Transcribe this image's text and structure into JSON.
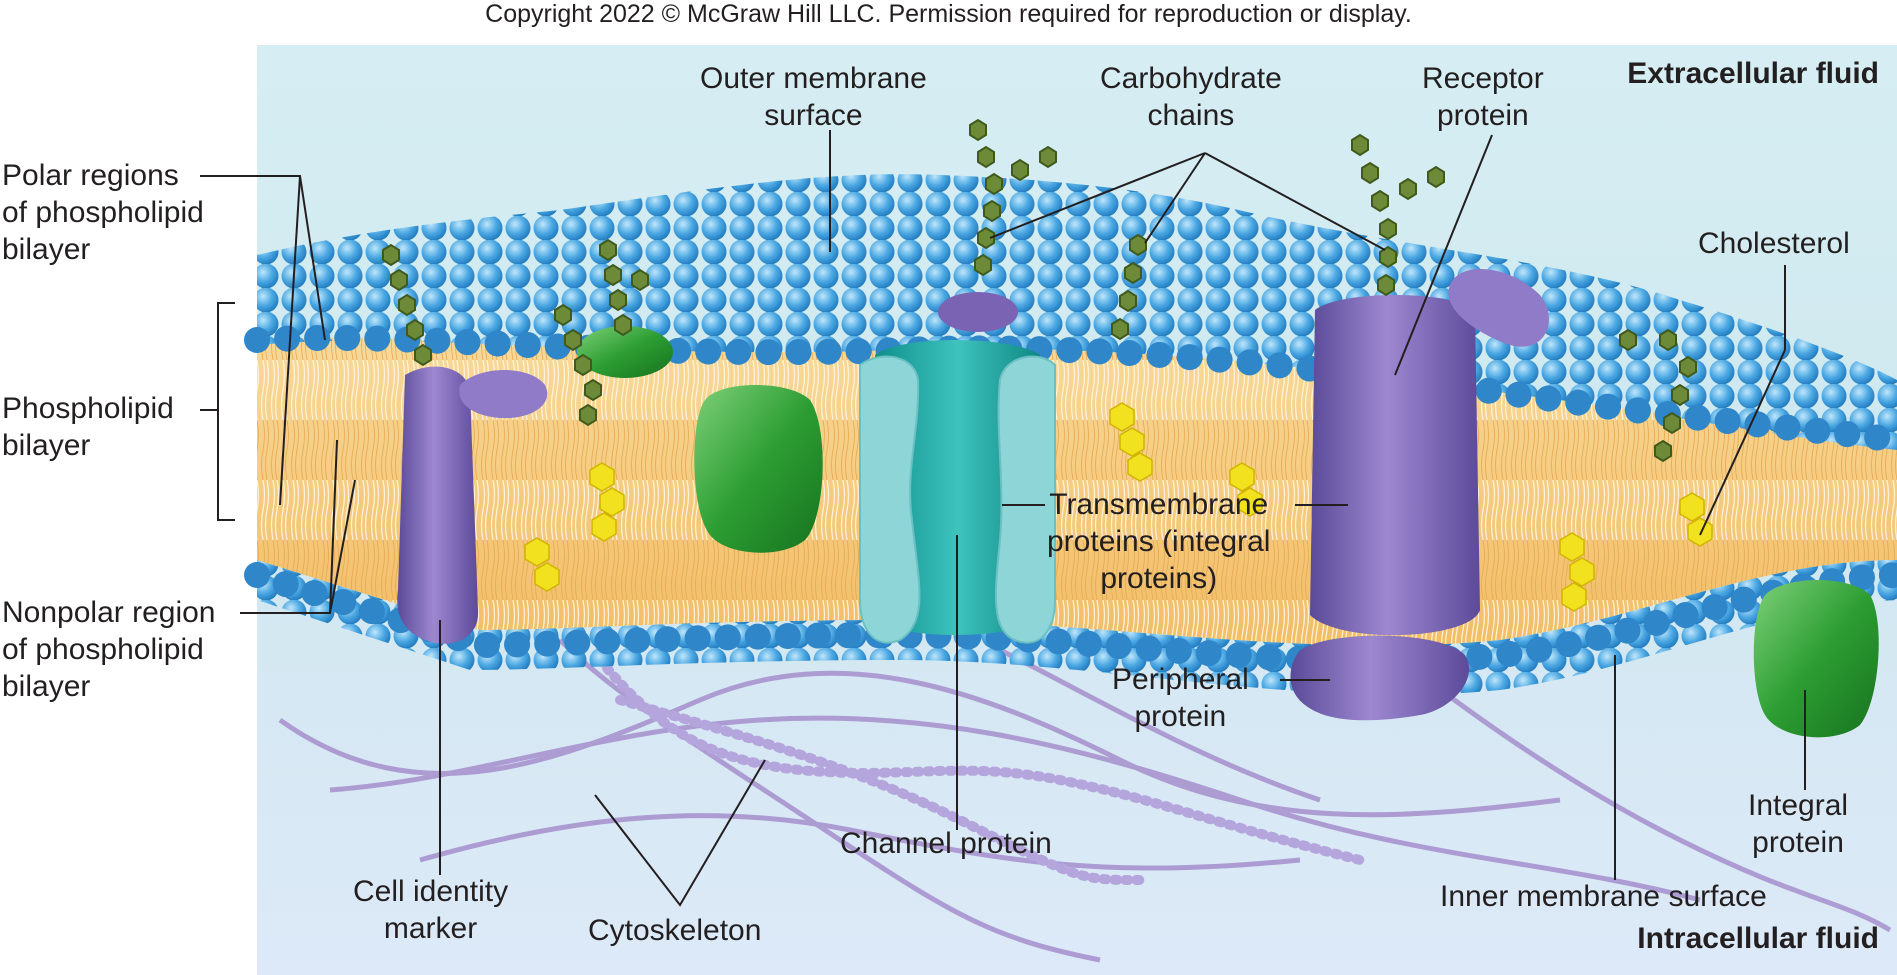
{
  "copyright": "Copyright 2022 © McGraw Hill LLC. Permission required for reproduction or display.",
  "regions": {
    "extracellular": "Extracellular fluid",
    "intracellular": "Intracellular fluid"
  },
  "labels": {
    "outer_surface": [
      "Outer membrane",
      "surface"
    ],
    "carbohydrate": [
      "Carbohydrate",
      "chains"
    ],
    "receptor": [
      "Receptor",
      "protein"
    ],
    "cholesterol": "Cholesterol",
    "polar": [
      "Polar regions",
      "of phospholipid",
      "bilayer"
    ],
    "bilayer": [
      "Phospholipid",
      "bilayer"
    ],
    "nonpolar": [
      "Nonpolar region",
      "of phospholipid",
      "bilayer"
    ],
    "transmembrane": [
      "Transmembrane",
      "proteins (integral",
      "proteins)"
    ],
    "peripheral": [
      "Peripheral",
      "protein"
    ],
    "integral": [
      "Integral",
      "protein"
    ],
    "channel": "Channel protein",
    "inner_surface": "Inner membrane surface",
    "cell_identity": [
      "Cell identity",
      "marker"
    ],
    "cytoskeleton": "Cytoskeleton"
  },
  "colors": {
    "background_top": "#d8eef4",
    "background_bottom": "#dbeaf7",
    "head_blue": "#3a98d8",
    "tail_orange": "#f5c77a",
    "protein_purple": "#7b63b4",
    "protein_green": "#2f9e35",
    "channel_teal": "#1aa7a3",
    "carbohydrate_green": "#6f8a3a",
    "cholesterol_yellow": "#f1e21c",
    "cytoskeleton_purple": "#8a73b4"
  }
}
